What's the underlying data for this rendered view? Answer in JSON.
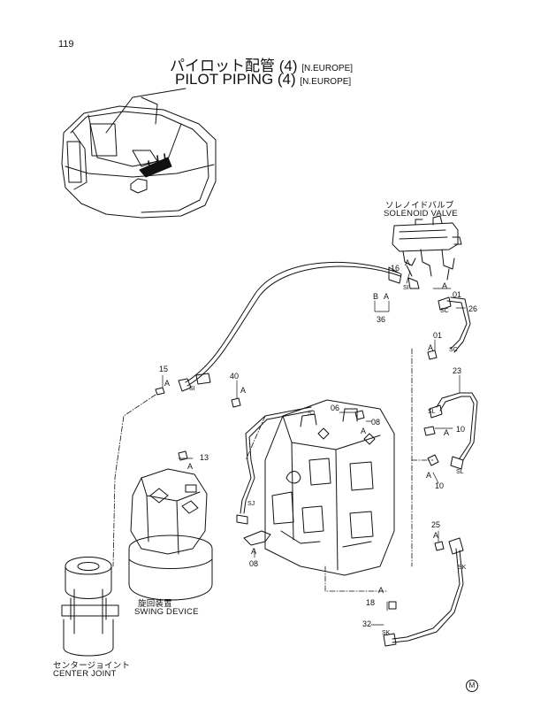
{
  "page_number": "119",
  "title_jp": "パイロット配管 (4)",
  "title_jp_region": "[N.EUROPE]",
  "title_en": "PILOT PIPING (4)",
  "title_en_region": "[N.EUROPE]",
  "components": {
    "solenoid_valve_jp": "ソレノイドバルブ",
    "solenoid_valve_en": "SOLENOID VALVE",
    "swing_device_jp": "旋回装置",
    "swing_device_en": "SWING DEVICE",
    "center_joint_jp": "センタージョイント",
    "center_joint_en": "CENTER JOINT"
  },
  "part_numbers": {
    "p15": "15",
    "p40": "40",
    "p13": "13",
    "p16": "16",
    "p01a": "01",
    "p26": "26",
    "p36": "36",
    "p01b": "01",
    "p23": "23",
    "p06": "06",
    "p08a": "08",
    "p10a": "10",
    "p10b": "10",
    "p25": "25",
    "p08b": "08",
    "p18": "18",
    "p32": "32"
  },
  "port_labels": {
    "si_a": "SI",
    "si_b": "SI",
    "sc_a": "SC",
    "sc_b": "SC",
    "sj_a": "SJ",
    "sj_b": "SJ",
    "sl_a": "SL",
    "sl_b": "SL",
    "sk_a": "SK",
    "sk_b": "SK"
  },
  "view_labels": {
    "a": "A",
    "b": "B"
  },
  "mark": "M"
}
